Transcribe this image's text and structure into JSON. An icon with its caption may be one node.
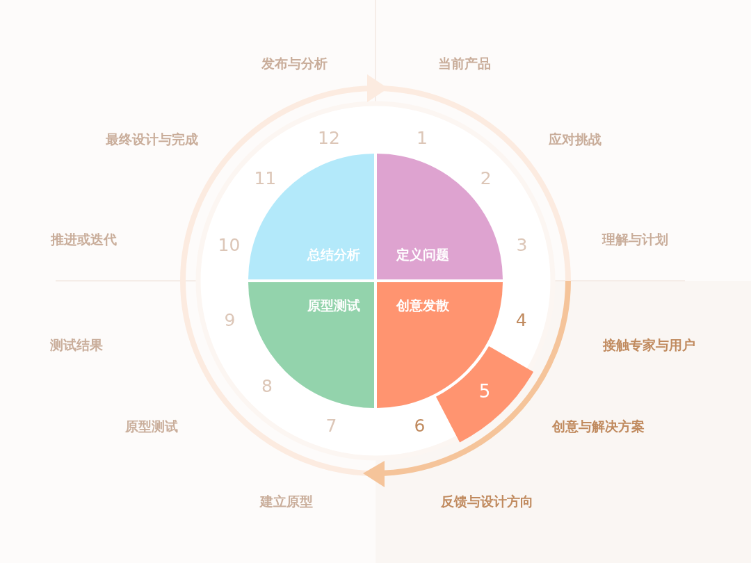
{
  "diagram": {
    "nodes": [
      {
        "text": [
          "定义问题"
        ]
      },
      {
        "text": [
          "创意发散"
        ]
      },
      {
        "text": [
          "原型测试"
        ]
      },
      {
        "text": [
          "总结分析"
        ]
      },
      {
        "text": [
          "5"
        ]
      }
    ],
    "labels": [
      "当前产品",
      "应对挑战",
      "理解与计划",
      "接触专家与用户",
      "创意与解决方案",
      "反馈与设计方向",
      "建立原型",
      "原型测试",
      "测试结果",
      "推进或迭代",
      "最终设计与完成",
      "发布与分析",
      "1",
      "2",
      "3",
      "4",
      "6",
      "7",
      "8",
      "9",
      "10",
      "11",
      "12"
    ]
  }
}
